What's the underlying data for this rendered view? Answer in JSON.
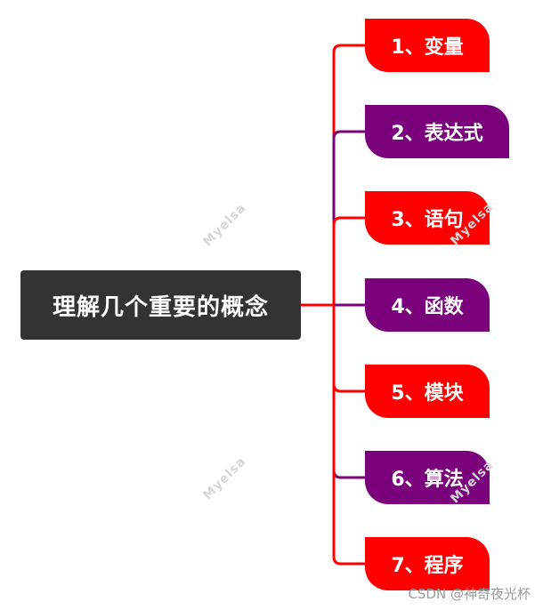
{
  "root": {
    "label": "理解几个重要的概念",
    "color": "#333333"
  },
  "nodes": [
    {
      "label": "1、变量",
      "color": "#ff0000"
    },
    {
      "label": "2、表达式",
      "color": "#7b007b"
    },
    {
      "label": "3、语句",
      "color": "#ff0000"
    },
    {
      "label": "4、函数",
      "color": "#7b007b"
    },
    {
      "label": "5、模块",
      "color": "#ff0000"
    },
    {
      "label": "6、算法",
      "color": "#7b007b"
    },
    {
      "label": "7、程序",
      "color": "#ff0000"
    }
  ],
  "watermarks": [
    "Myelsa",
    "Myelsa",
    "Myelsa",
    "Myelsa"
  ],
  "credit": "CSDN @神奇夜光杯"
}
